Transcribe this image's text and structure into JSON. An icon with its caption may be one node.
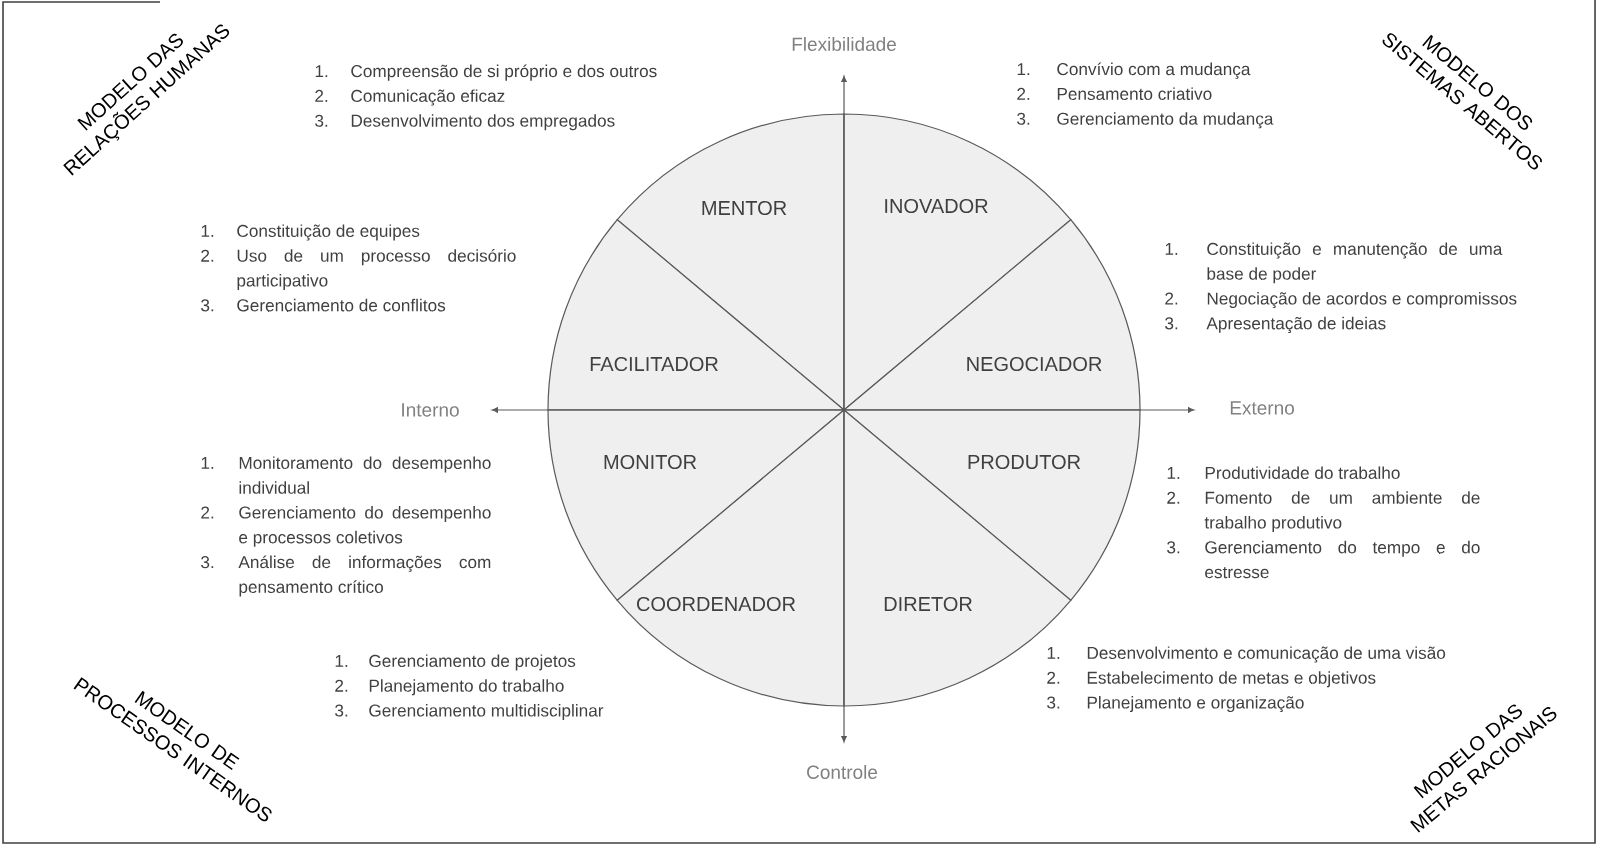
{
  "diagram": {
    "nodes": [
      {
        "text": [
          "MENTOR"
        ],
        "beside": [
          "1.",
          "Compreensão de si próprio e dos outros",
          "2.",
          "Comunicação eficaz",
          "3.",
          "Desenvolvimento dos empregados"
        ]
      },
      {
        "text": [
          "INOVADOR"
        ],
        "beside": [
          "1.",
          "Convívio com a mudança",
          "2.",
          "Pensamento criativo",
          "3.",
          "Gerenciamento da mudança"
        ]
      },
      {
        "text": [
          "FACILITADOR"
        ],
        "beside": [
          "1.",
          "Constituição de equipes",
          "2.",
          "Uso de um processo decisório participativo",
          "3.",
          "Gerenciamento de conflitos"
        ]
      },
      {
        "text": [
          "NEGOCIADOR"
        ],
        "beside": [
          "1.",
          "Constituição e manutenção de uma base de poder",
          "2.",
          "Negociação de acordos e compromissos",
          "3.",
          "Apresentação de ideias"
        ]
      },
      {
        "text": [
          "MONITOR"
        ],
        "beside": [
          "1.",
          "Monitoramento do desempenho individual",
          "2.",
          "Gerenciamento do desempenho e processos coletivos",
          "3.",
          "Análise de informações com pensamento crítico"
        ]
      },
      {
        "text": [
          "PRODUTOR"
        ],
        "beside": [
          "1.",
          "Produtividade do trabalho",
          "2.",
          "Fomento de um ambiente de trabalho produtivo",
          "3.",
          "Gerenciamento do tempo e do estresse"
        ]
      },
      {
        "text": [
          "COORDENADOR"
        ],
        "beside": [
          "1.",
          "Gerenciamento de projetos",
          "2.",
          "Planejamento do trabalho",
          "3.",
          "Gerenciamento multidisciplinar"
        ]
      },
      {
        "text": [
          "DIRETOR"
        ],
        "beside": [
          "1.",
          "Desenvolvimento e comunicação de uma visão",
          "2.",
          "Estabelecimento de metas e objetivos",
          "3.",
          "Planejamento e organização"
        ]
      }
    ],
    "labels": [
      "MODELO DAS RELAÇÕES HUMANAS",
      "Flexibilidade",
      "MODELO DOS SISTEMAS ABERTOS",
      "Interno",
      "Externo",
      "Controle",
      "MODELO DE PROCESSOS INTERNOS",
      "MODELO DAS METAS RACIONAIS"
    ]
  }
}
